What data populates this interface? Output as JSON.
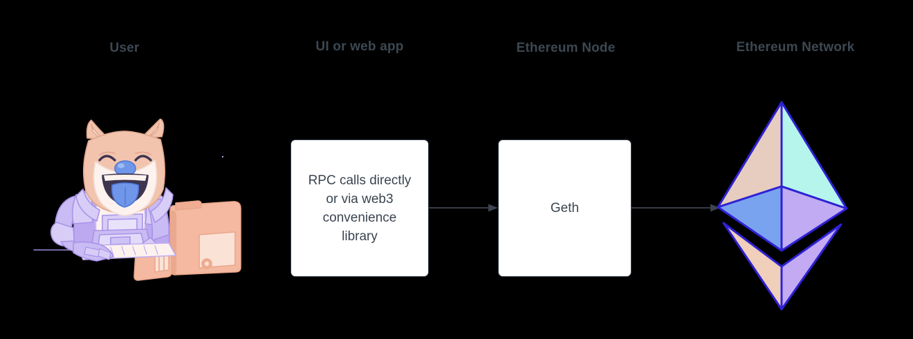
{
  "diagram": {
    "background_color": "#000000",
    "headers": [
      {
        "id": "user",
        "label": "User"
      },
      {
        "id": "ui",
        "label": "UI or web app"
      },
      {
        "id": "node",
        "label": "Ethereum Node"
      },
      {
        "id": "network",
        "label": "Ethereum Network"
      }
    ],
    "header_color": "#3d4852",
    "nodes": [
      {
        "id": "rpc",
        "type": "process-box",
        "label": "RPC calls directly\nor via web3\nconvenience\nlibrary",
        "fill": "#ffffff",
        "border": "#37404d",
        "text_color": "#3b4450"
      },
      {
        "id": "geth",
        "type": "process-box",
        "label": "Geth",
        "fill": "#ffffff",
        "border": "#37404d",
        "text_color": "#3b4450"
      }
    ],
    "illustrations": [
      {
        "id": "user-shiba",
        "name": "shiba-inu-at-computer",
        "description": "Smiling Shiba Inu dog wearing a purple spacesuit typing at a peach-colored desktop computer",
        "colors": {
          "fur": "#f2c4ae",
          "fur_light": "#fdf2ee",
          "suit": "#b9a8ee",
          "suit_light": "#d8cdf7",
          "tongue": "#6f96e8",
          "nose": "#6f96e8",
          "computer": "#f4b9a0",
          "computer_light": "#fbe2d6",
          "outline": "#c8b5f0"
        }
      }
    ],
    "logo": {
      "id": "ethereum-logo",
      "name": "ethereum-diamond-logo",
      "facets": {
        "upper_left": "#e7cdc0",
        "upper_right": "#b6f5ec",
        "mid_left": "#79a3ee",
        "mid_right": "#c1abf2",
        "lower_left": "#f0cfbb",
        "lower_right": "#c3aaf3"
      },
      "outline": "#2f21d4"
    },
    "arrows": [
      {
        "id": "arrow-rpc-to-geth",
        "from": "rpc",
        "to": "geth",
        "color": "#4a5160",
        "style": "solid-triangle-head"
      },
      {
        "id": "arrow-geth-to-network",
        "from": "geth",
        "to": "ethereum-logo",
        "color": "#4a5160",
        "style": "solid-triangle-head"
      }
    ]
  }
}
